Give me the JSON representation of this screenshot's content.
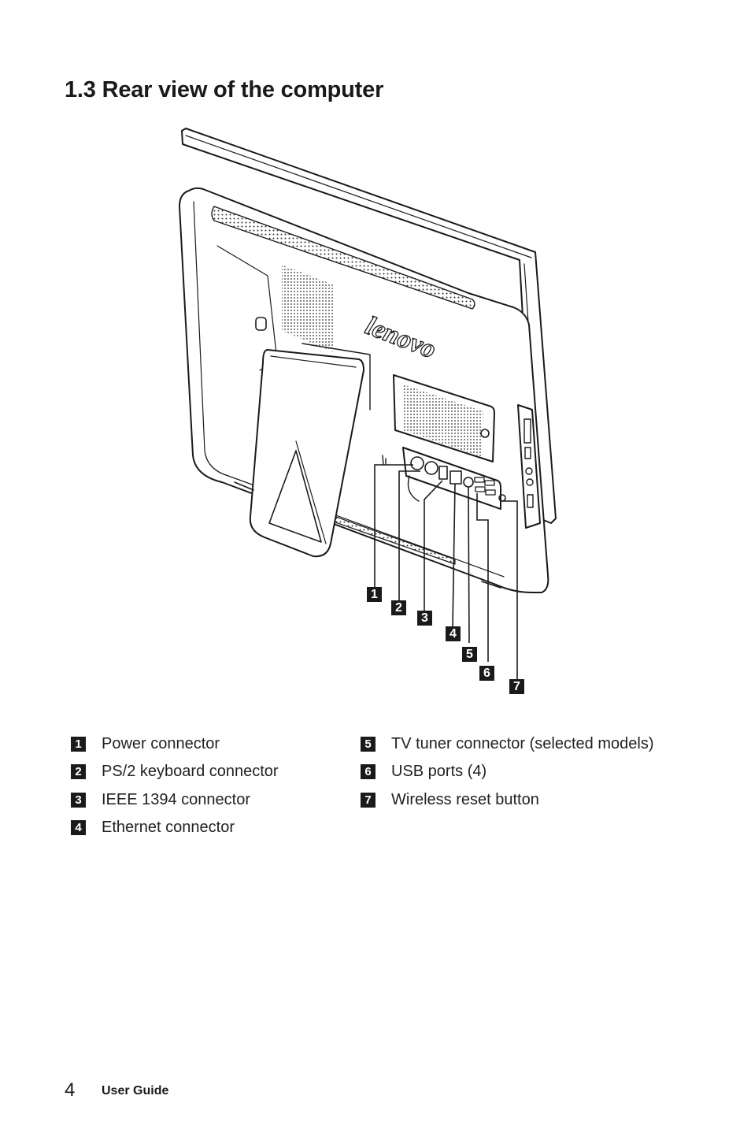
{
  "page": {
    "title": "1.3 Rear view of the computer",
    "page_number": "4",
    "footer_title": "User Guide"
  },
  "figure": {
    "brand_logo_text": "lenovo",
    "callouts": [
      "1",
      "2",
      "3",
      "4",
      "5",
      "6",
      "7"
    ]
  },
  "legend": [
    {
      "num": "1",
      "label": "Power connector"
    },
    {
      "num": "2",
      "label": "PS/2 keyboard connector"
    },
    {
      "num": "3",
      "label": "IEEE 1394 connector"
    },
    {
      "num": "4",
      "label": "Ethernet connector"
    },
    {
      "num": "5",
      "label": "TV tuner connector (selected models)"
    },
    {
      "num": "6",
      "label": "USB ports (4)"
    },
    {
      "num": "7",
      "label": "Wireless reset button"
    }
  ]
}
